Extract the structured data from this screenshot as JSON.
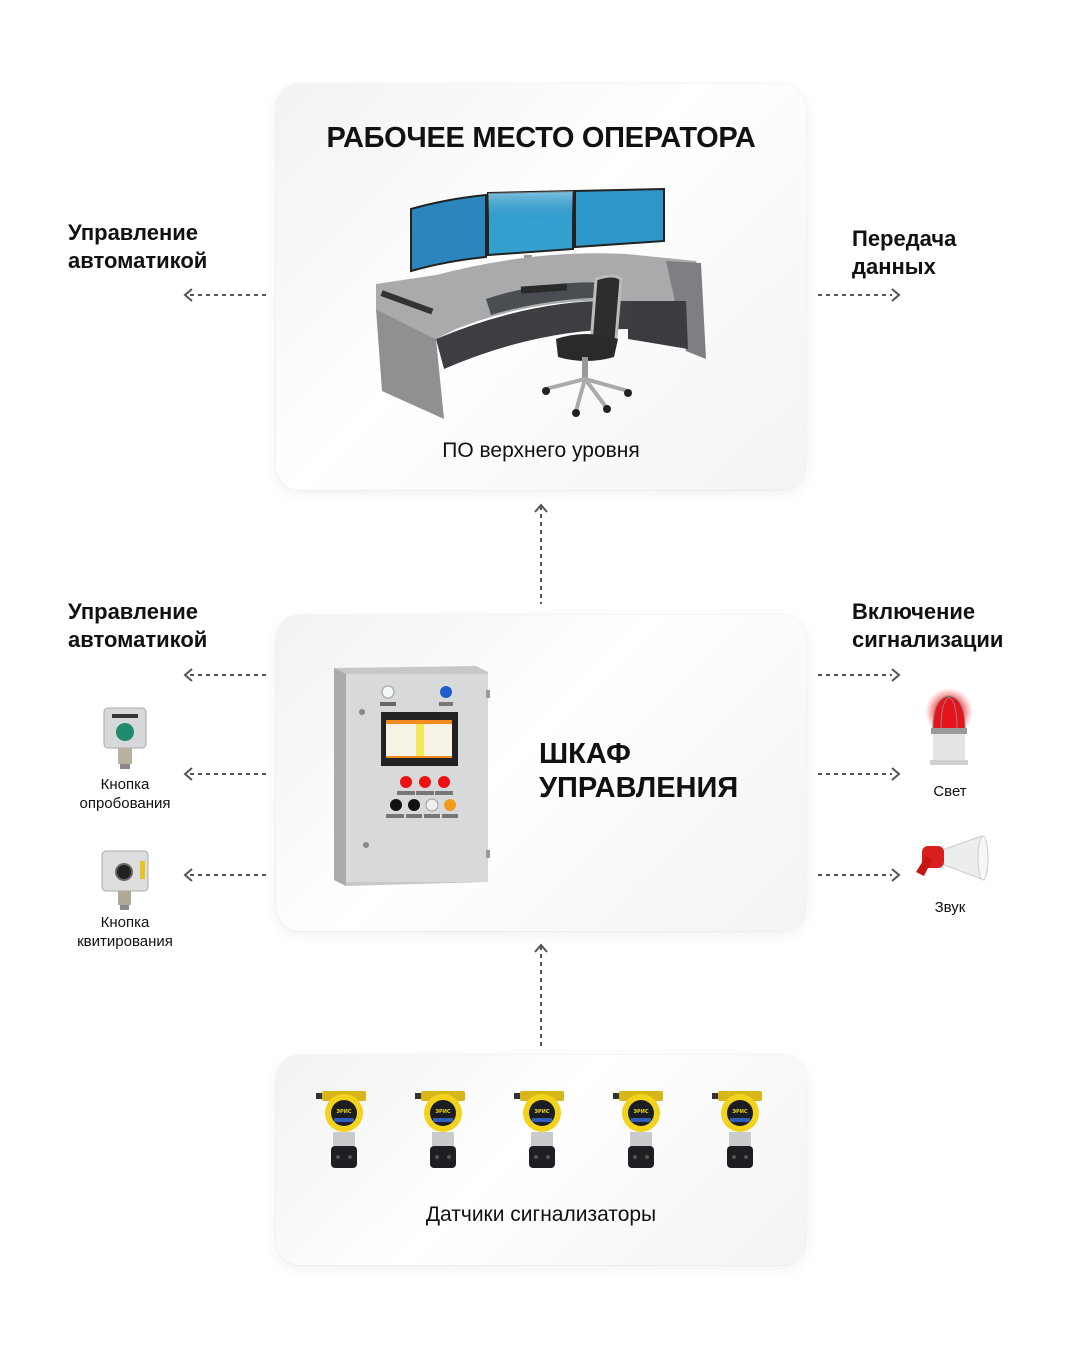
{
  "operator_station": {
    "title": "РАБОЧЕЕ МЕСТО ОПЕРАТОРА",
    "caption": "ПО верхнего уровня",
    "left_label": [
      "Управление",
      "автоматикой"
    ],
    "right_label": [
      "Передача",
      "данных"
    ]
  },
  "control_cabinet": {
    "title": [
      "ШКАФ",
      "УПРАВЛЕНИЯ"
    ],
    "left_label": [
      "Управление",
      "автоматикой"
    ],
    "right_label": [
      "Включение",
      "сигнализации"
    ],
    "left_devices": [
      {
        "label": [
          "Кнопка",
          "опробования"
        ],
        "icon": "test-button-box-icon"
      },
      {
        "label": [
          "Кнопка",
          "квитирования"
        ],
        "icon": "acknowledge-button-box-icon"
      }
    ],
    "right_devices": [
      {
        "label": "Свет",
        "icon": "signal-light-icon"
      },
      {
        "label": "Звук",
        "icon": "siren-horn-icon"
      }
    ]
  },
  "sensors": {
    "caption": "Датчики сигнализаторы",
    "count": 5,
    "brand_text": "ЭРИС"
  },
  "colors": {
    "text": "#111111",
    "arrow": "#555555",
    "sensor_yellow": "#f2d21b",
    "alarm_red": "#e8141c",
    "monitor_blue": "#2a8fc4"
  }
}
